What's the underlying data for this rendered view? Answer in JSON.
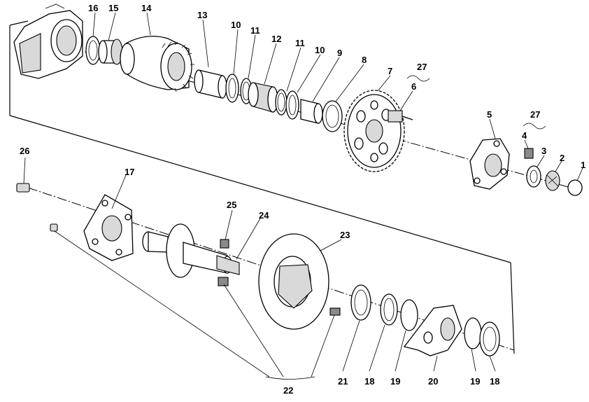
{
  "diagram": {
    "callouts": {
      "c1": "1",
      "c2": "2",
      "c3": "3",
      "c4": "4",
      "c5": "5",
      "c6": "6",
      "c7": "7",
      "c8": "8",
      "c9": "9",
      "c10a": "10",
      "c10b": "10",
      "c11a": "11",
      "c11b": "11",
      "c12": "12",
      "c13": "13",
      "c14": "14",
      "c15": "15",
      "c16": "16",
      "c17": "17",
      "c18a": "18",
      "c18b": "18",
      "c19a": "19",
      "c19b": "19",
      "c20": "20",
      "c21": "21",
      "c22": "22",
      "c23": "23",
      "c24": "24",
      "c25": "25",
      "c26": "26",
      "c27a": "27",
      "c27b": "27"
    }
  }
}
